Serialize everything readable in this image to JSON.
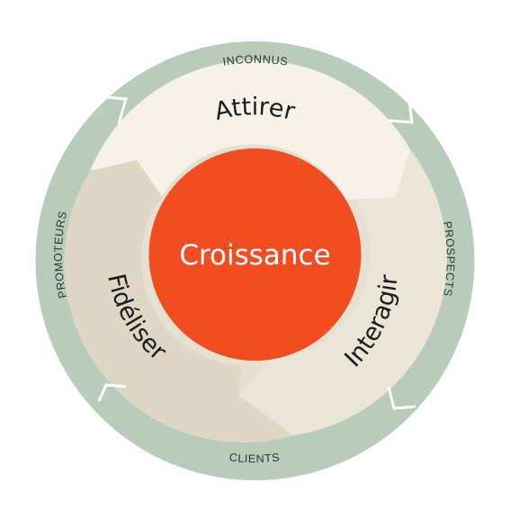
{
  "outer_ring": {
    "labels": [
      "INCONNUS",
      "PROSPECTS",
      "CLIENTS",
      "PROMOTEURS"
    ]
  },
  "stages": {
    "attract": "Attirer",
    "engage": "Interagir",
    "delight": "Fidéliser"
  },
  "center": {
    "label": "Croissance"
  },
  "colors": {
    "outer_ring": "#b9cbbb",
    "outer_ring_light": "#c6d4c7",
    "attract": "#f6f2e9",
    "engage": "#eae5d7",
    "delight": "#dfd7c6",
    "center": "#f14d23"
  }
}
